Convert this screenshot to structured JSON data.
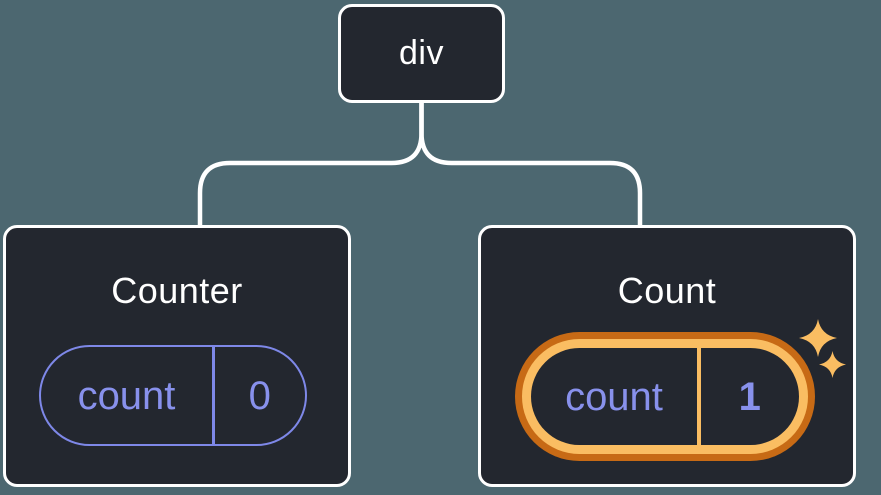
{
  "diagram": {
    "root_node": {
      "label": "div"
    },
    "children": [
      {
        "title": "Counter",
        "state": {
          "key": "count",
          "value": "0"
        },
        "highlighted": false
      },
      {
        "title": "Count",
        "state": {
          "key": "count",
          "value": "1"
        },
        "highlighted": true,
        "decoration": "sparkles"
      }
    ],
    "colors": {
      "background": "#4C6770",
      "node_fill": "#23272F",
      "node_border": "#FFFFFF",
      "state_purple": "#8891EC",
      "highlight_outer_orange": "#C76A15",
      "highlight_inner_orange": "#FABD62"
    }
  }
}
